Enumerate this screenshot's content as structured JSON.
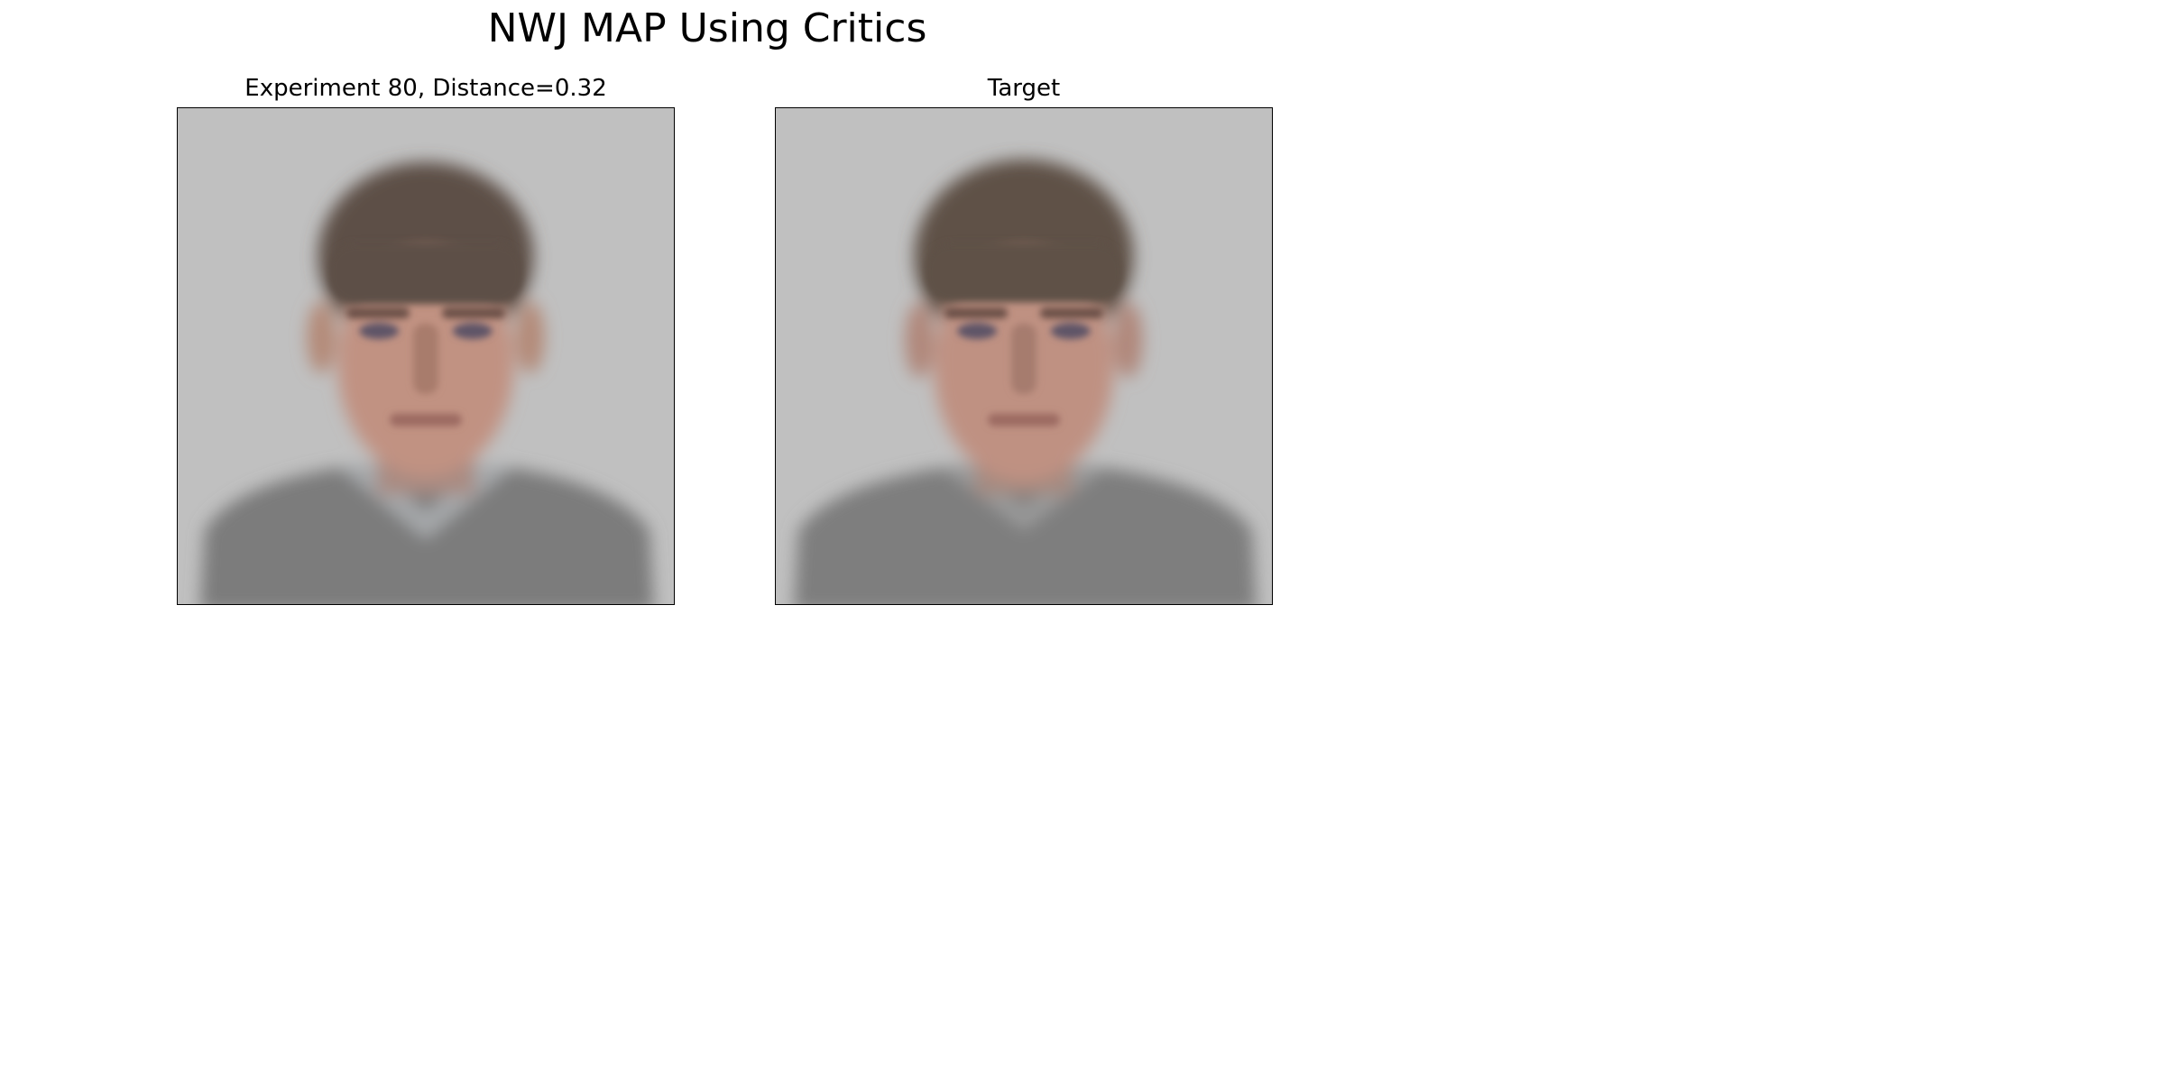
{
  "figure": {
    "title": "NWJ MAP Using Critics"
  },
  "panels": [
    {
      "title": "Experiment 80, Distance=0.32",
      "image": "blurred-face-portrait"
    },
    {
      "title": "Target",
      "image": "blurred-face-portrait"
    }
  ],
  "colors": {
    "background": "#bfbfbf",
    "hair": "#5e5147",
    "skin": "#c09080",
    "shirt": "#7d7d7d",
    "collar": "#a9a9a9"
  }
}
